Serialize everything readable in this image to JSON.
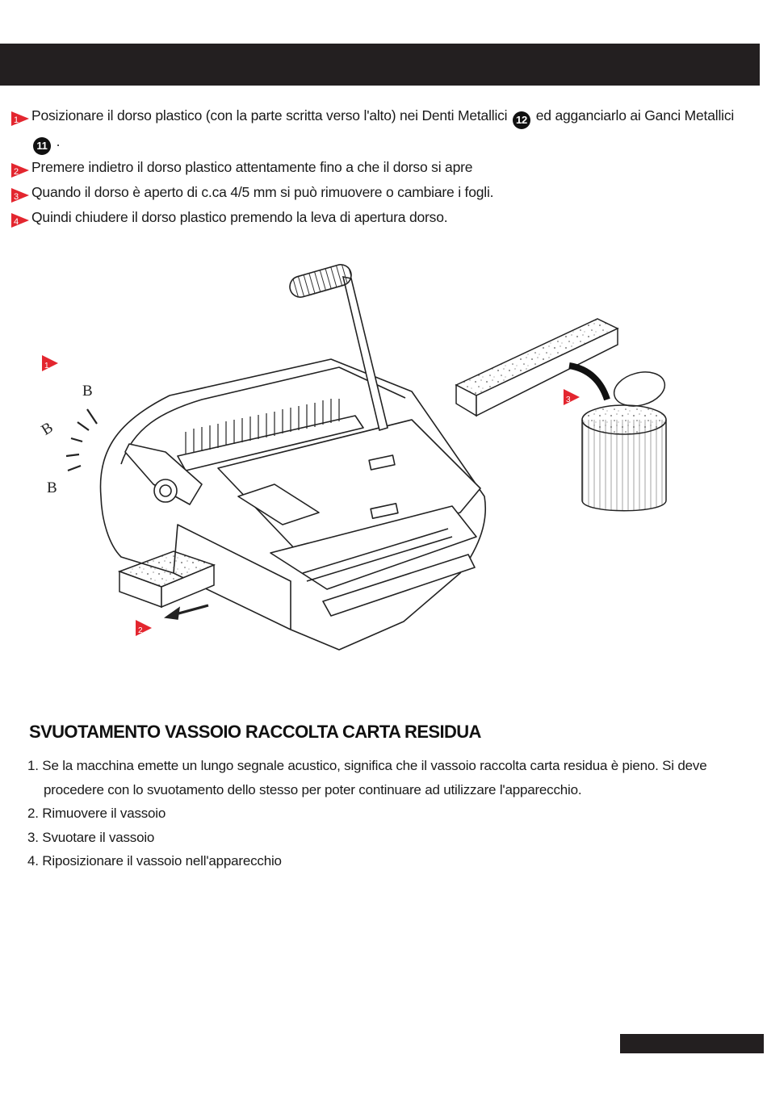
{
  "steps": [
    {
      "num": "1",
      "text_a": "Posizionare il dorso plastico (con la parte scritta verso l'alto) nei Denti Metallici",
      "ref_a": "12",
      "text_b": "ed agganciarlo ai Ganci Metallici",
      "ref_b": "11",
      "text_c": "."
    },
    {
      "num": "2",
      "text": "Premere indietro il dorso plastico attentamente fino a che il dorso si apre"
    },
    {
      "num": "3",
      "text": "Quando il dorso è aperto di c.ca 4/5 mm si può rimuovere o cambiare i fogli."
    },
    {
      "num": "4",
      "text": "Quindi chiudere il dorso plastico premendo la leva di apertura dorso."
    }
  ],
  "illustration": {
    "markers": [
      "1",
      "2",
      "3"
    ],
    "sound_letters": [
      "B",
      "B",
      "B"
    ]
  },
  "section": {
    "title": "SVUOTAMENTO VASSOIO RACCOLTA CARTA RESIDUA",
    "items": [
      "1. Se la macchina emette un lungo segnale acustico, significa che il vassoio raccolta carta residua è pieno. Si deve procedere con lo svuotamento dello stesso per poter continuare ad utilizzare l'apparecchio.",
      "2. Rimuovere il vassoio",
      "3. Svuotare il vassoio",
      "4. Riposizionare il vassoio nell'apparecchio"
    ]
  },
  "colors": {
    "accent": "#e3262f",
    "bar": "#231f20"
  }
}
